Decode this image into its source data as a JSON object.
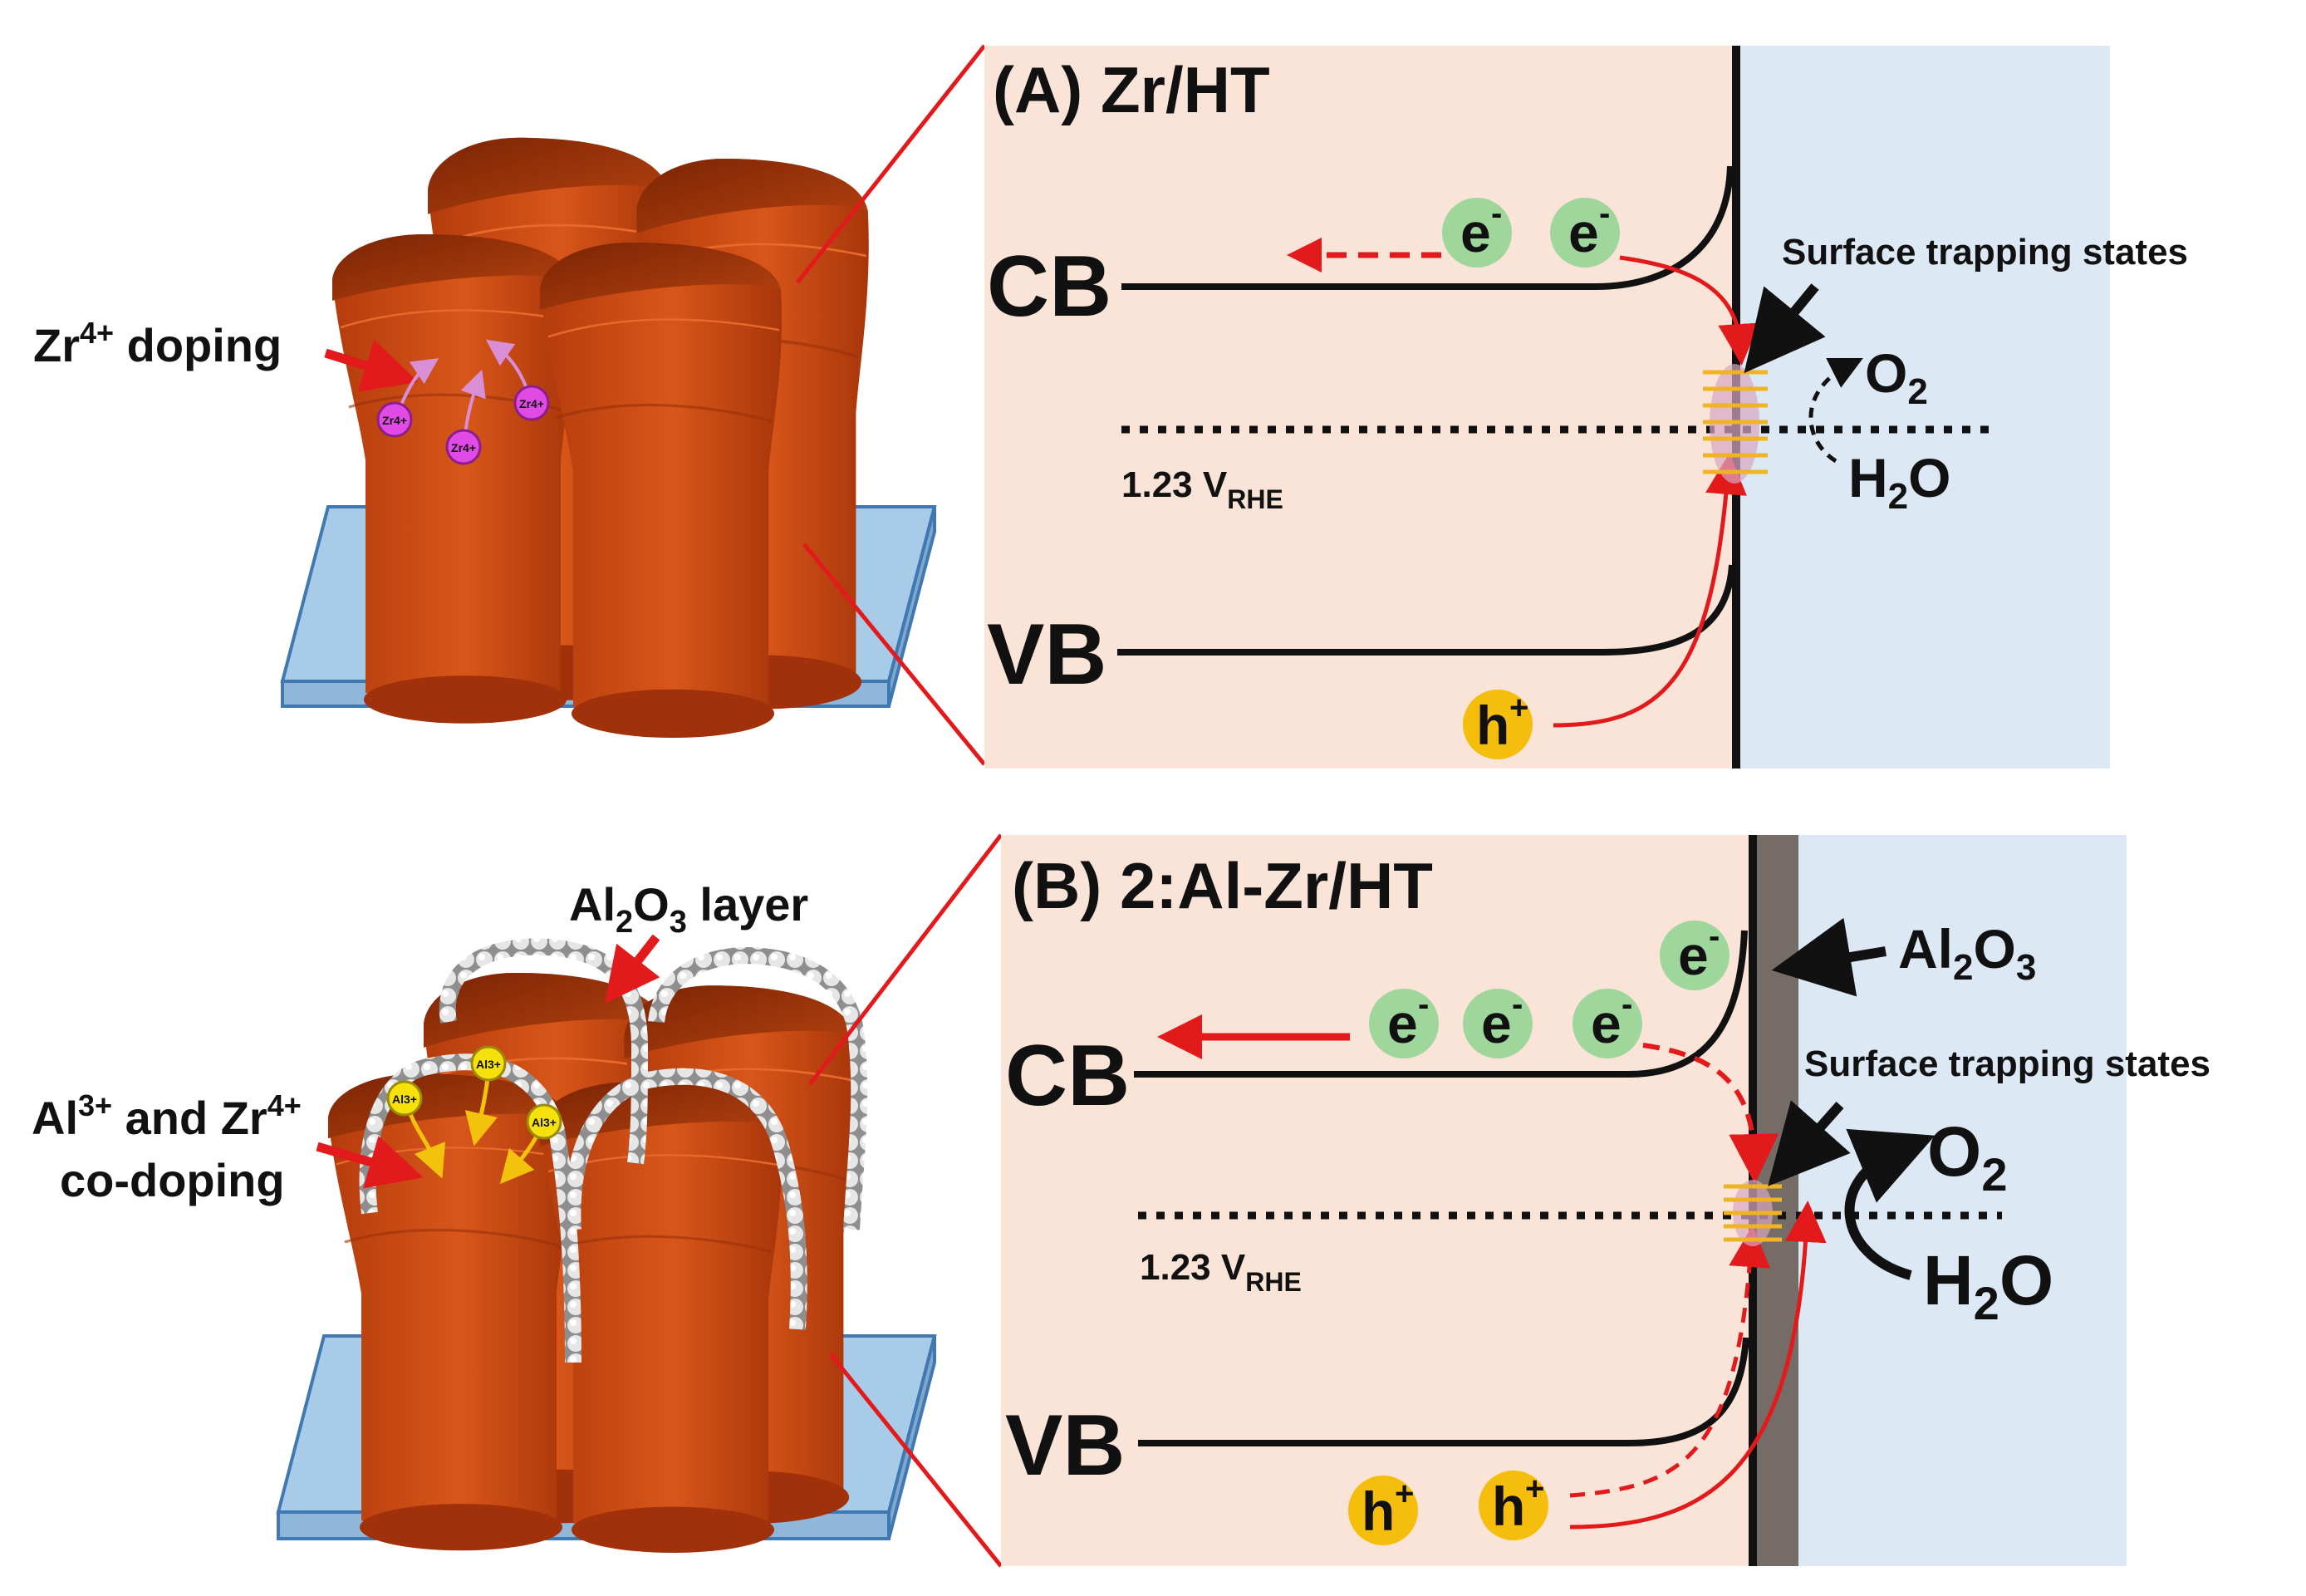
{
  "colors": {
    "semiconductor": "#f9e4d7",
    "electrolyte": "#dce8f4",
    "al2o3": "#756b67",
    "rod": "#cc4a14",
    "rod_dark": "#8e2b08",
    "substrate": "#a8cce8",
    "arrow": "#e31a1c",
    "electron": "#9fd69b",
    "hole": "#f6be0c",
    "zr_ion": "#e24ae6",
    "al_ion": "#f6e10c",
    "trap": "#f0b323"
  },
  "icons": {
    "rod_array": "nanorod-array-illustration",
    "electron": "electron-circle-icon",
    "hole": "hole-circle-icon",
    "zr_ion": "zr-ion-icon",
    "al_ion": "al-ion-icon",
    "trap_states": "trap-states-icon"
  },
  "top_left": {
    "doping_label_base": "Zr",
    "doping_label_sup": "4+",
    "doping_label_rest": " doping",
    "ion_label": "Zr4+"
  },
  "bottom_left": {
    "layer_label_a": "Al",
    "layer_label_sub1": "2",
    "layer_label_b": "O",
    "layer_label_sub2": "3",
    "layer_label_c": " layer",
    "codoping_line1_a": "Al",
    "codoping_line1_sup1": "3+",
    "codoping_line1_b": " and Zr",
    "codoping_line1_sup2": "4+",
    "codoping_line2": "co-doping",
    "ion_label": "Al3+"
  },
  "panel_a": {
    "title": "(A) Zr/HT",
    "cb": "CB",
    "vb": "VB",
    "electron_base": "e",
    "electron_sup": "-",
    "hole_base": "h",
    "hole_sup": "+",
    "surface_states": "Surface trapping states",
    "o2_base": "O",
    "o2_sub": "2",
    "h2o_a": "H",
    "h2o_sub": "2",
    "h2o_b": "O",
    "potential_value": "1.23 V",
    "potential_sub": "RHE"
  },
  "panel_b": {
    "title": "(B) 2:Al-Zr/HT",
    "cb": "CB",
    "vb": "VB",
    "electron_base": "e",
    "electron_sup": "-",
    "hole_base": "h",
    "hole_sup": "+",
    "surface_states": "Surface trapping states",
    "al2o3_a": "Al",
    "al2o3_sub1": "2",
    "al2o3_b": "O",
    "al2o3_sub2": "3",
    "o2_base": "O",
    "o2_sub": "2",
    "h2o_a": "H",
    "h2o_sub": "2",
    "h2o_b": "O",
    "potential_value": "1.23 V",
    "potential_sub": "RHE"
  }
}
